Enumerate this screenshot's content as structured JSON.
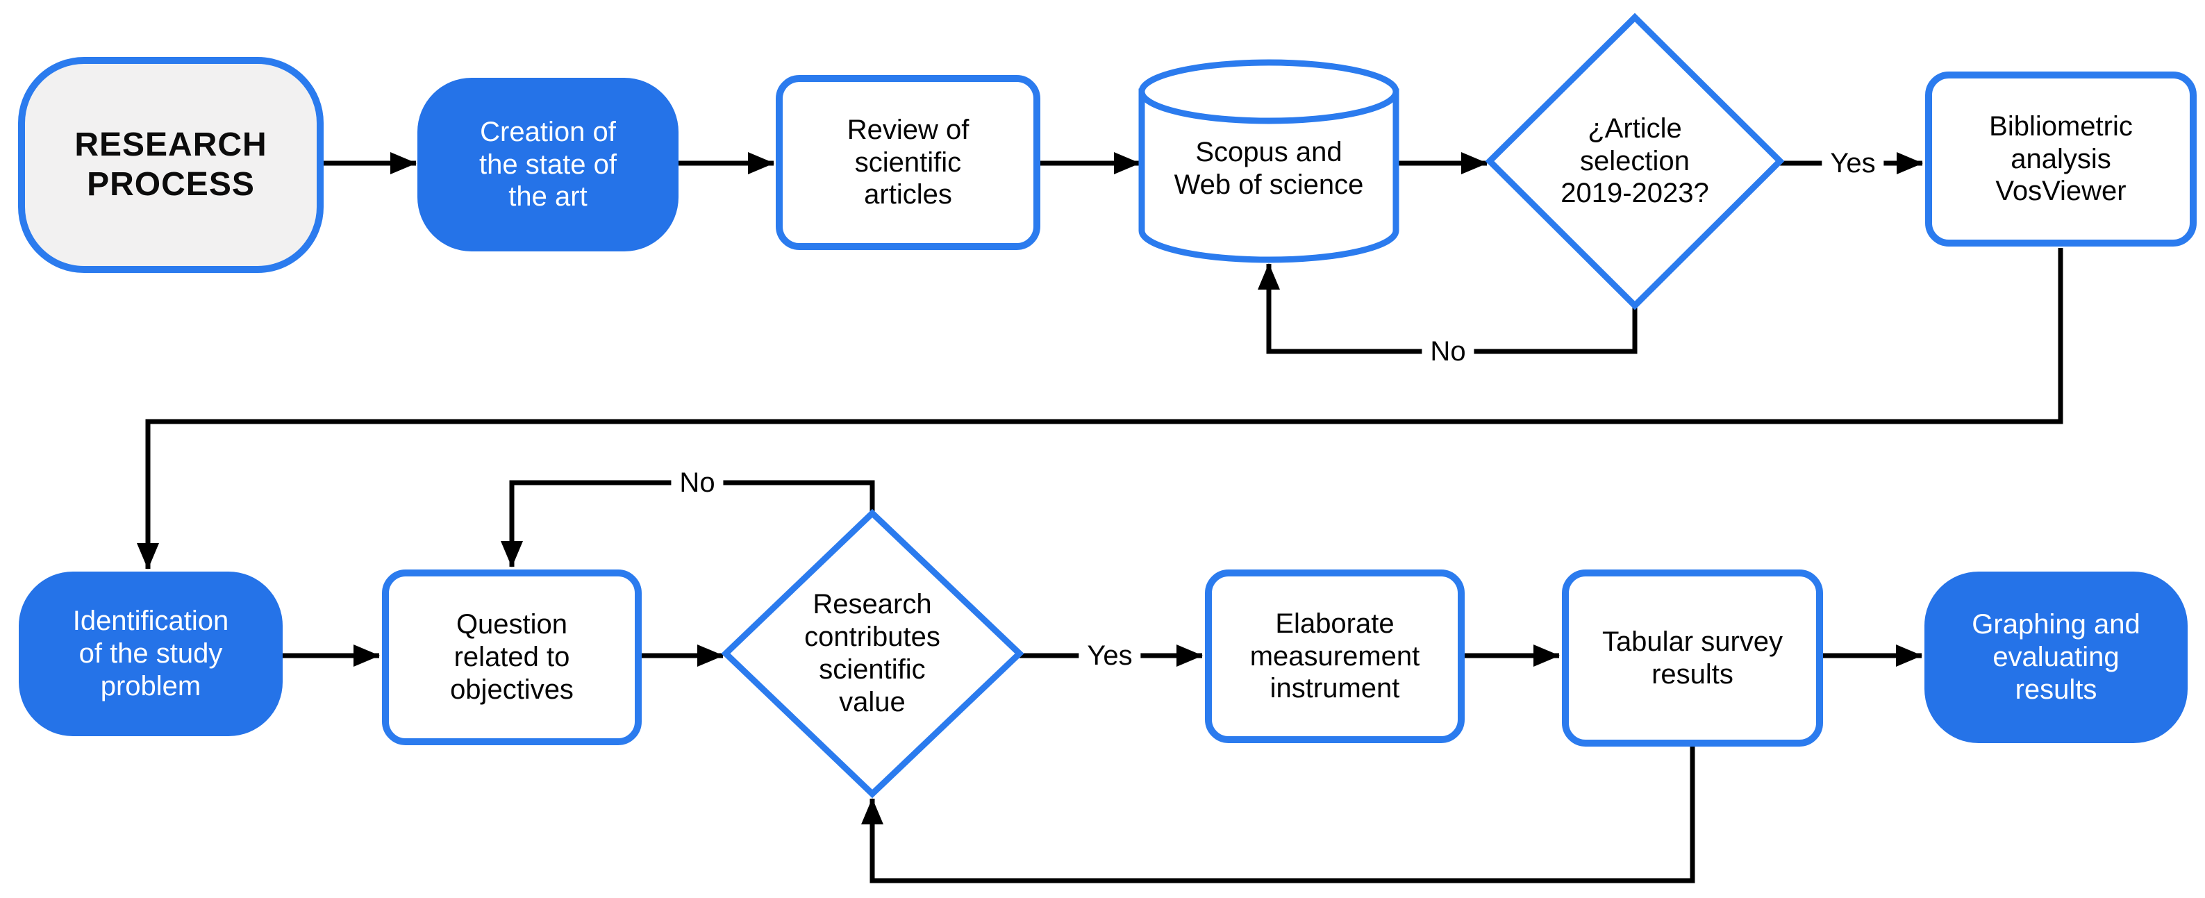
{
  "diagram": {
    "type": "flowchart",
    "title": "RESEARCH PROCESS",
    "colors": {
      "node_fill_blue": "#2573e8",
      "node_border_blue": "#2b7bee",
      "start_node_fill_gray": "#f2f1f1",
      "connector_black": "#000000",
      "text_on_blue": "#ffffff",
      "text_black": "#050505",
      "background": "#ffffff"
    },
    "nodes": [
      {
        "id": "research-process",
        "shape": "rounded-rect-gray",
        "label": "RESEARCH\nPROCESS"
      },
      {
        "id": "creation-state-of-art",
        "shape": "rounded-rect-blue",
        "label": "Creation of\nthe state of\nthe art"
      },
      {
        "id": "review-articles",
        "shape": "rect-outlined",
        "label": "Review of\nscientific\narticles"
      },
      {
        "id": "scopus-web-of-science",
        "shape": "database-cylinder",
        "label": "Scopus and\nWeb of science"
      },
      {
        "id": "article-selection-decision",
        "shape": "diamond",
        "label": "¿Article\nselection\n2019-2023?"
      },
      {
        "id": "bibliometric-analysis",
        "shape": "rect-outlined",
        "label": "Bibliometric\nanalysis\nVosViewer"
      },
      {
        "id": "identification-problem",
        "shape": "rounded-rect-blue",
        "label": "Identification\nof the study\nproblem"
      },
      {
        "id": "question-objectives",
        "shape": "rect-outlined",
        "label": "Question\nrelated to\nobjectives"
      },
      {
        "id": "research-value-decision",
        "shape": "diamond",
        "label": "Research\ncontributes\nscientific\nvalue"
      },
      {
        "id": "elaborate-instrument",
        "shape": "rect-outlined",
        "label": "Elaborate\nmeasurement\ninstrument"
      },
      {
        "id": "tabular-survey-results",
        "shape": "rect-outlined",
        "label": "Tabular survey\nresults"
      },
      {
        "id": "graphing-results",
        "shape": "rounded-rect-blue",
        "label": "Graphing and\nevaluating\nresults"
      }
    ],
    "edge_labels": {
      "yes_article_selection": "Yes",
      "no_article_selection": "No",
      "yes_research_value": "Yes",
      "no_research_value": "No"
    }
  }
}
